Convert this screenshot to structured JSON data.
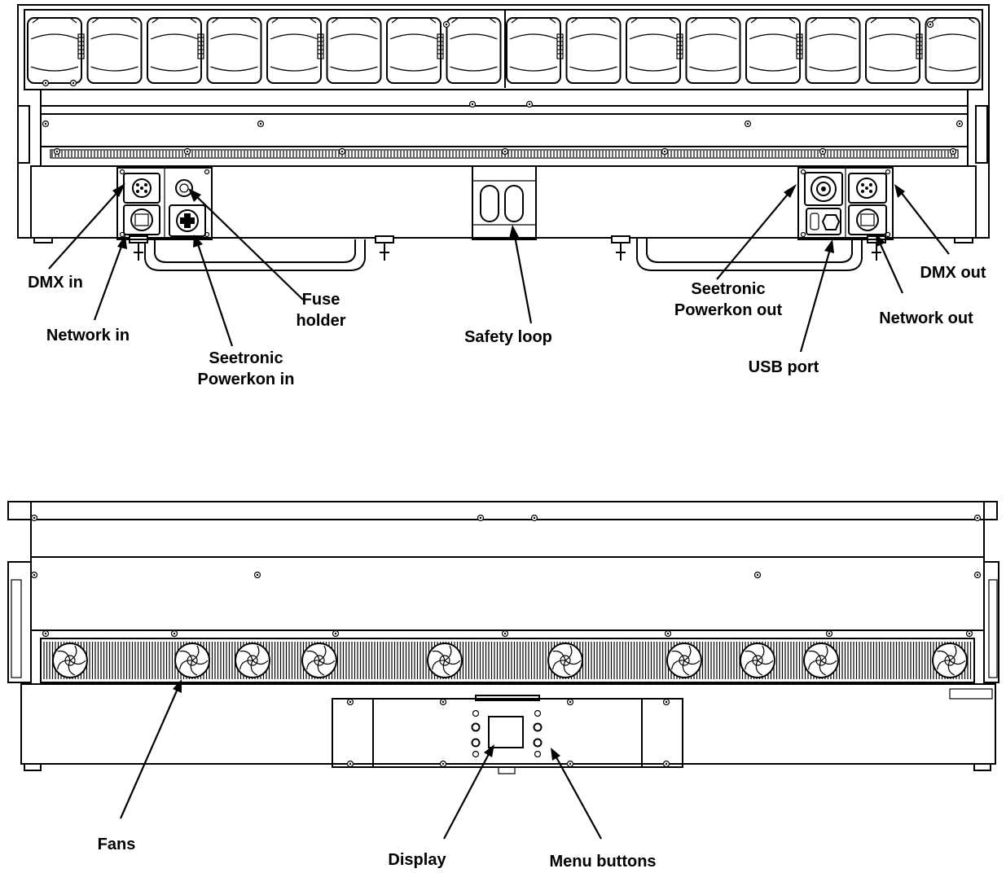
{
  "labels": {
    "dmx_in": "DMX in",
    "network_in": "Network in",
    "fuse_holder_1": "Fuse",
    "fuse_holder_2": "holder",
    "powerkon_in_1": "Seetronic",
    "powerkon_in_2": "Powerkon in",
    "safety_loop": "Safety loop",
    "powerkon_out_1": "Seetronic",
    "powerkon_out_2": "Powerkon out",
    "usb_port": "USB port",
    "network_out": "Network out",
    "dmx_out": "DMX out",
    "fans": "Fans",
    "display": "Display",
    "menu_buttons": "Menu buttons"
  },
  "colors": {
    "line": "#000000",
    "background": "#ffffff"
  }
}
